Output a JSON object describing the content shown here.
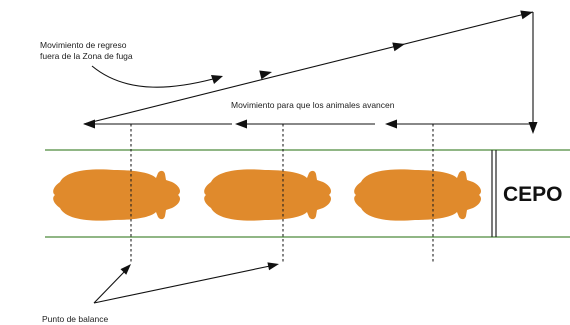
{
  "labels": {
    "flight_zone_line1": "Movimiento de regreso",
    "flight_zone_line2": "fuera de la Zona de fuga",
    "advance": "Movimiento para que los animales avancen",
    "balance_point": "Punto de balance",
    "chute": "CEPO"
  },
  "colors": {
    "animal": "#E08A2C",
    "chute_wall": "#4E8A3C",
    "arrow": "#111111",
    "text": "#222222"
  },
  "animals": [
    {
      "name": "animal-1"
    },
    {
      "name": "animal-2"
    },
    {
      "name": "animal-3"
    }
  ]
}
